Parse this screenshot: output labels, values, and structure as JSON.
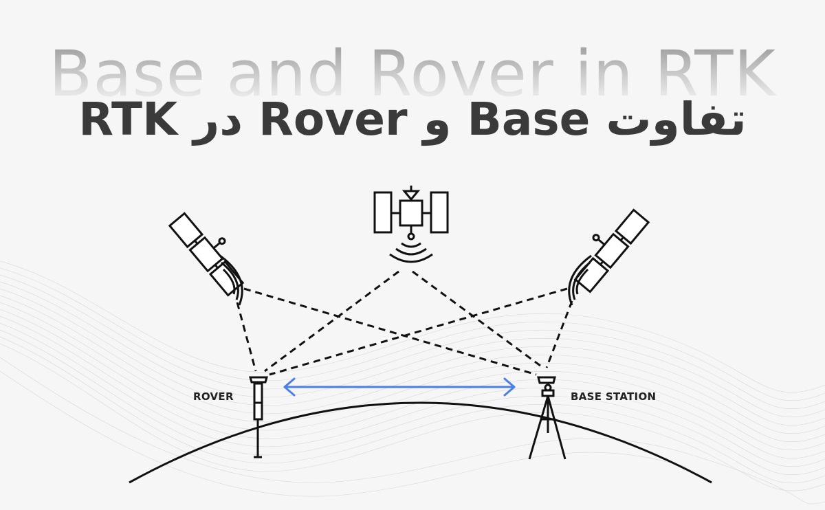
{
  "title_bg": "Base and Rover in RTK",
  "title_fa": "تفاوت Base و Rover در RTK",
  "labels": {
    "rover": "ROVER",
    "base": "BASE STATION"
  },
  "colors": {
    "background": "#f6f6f6",
    "ink": "#111111",
    "link_arrow": "#4a7fe8",
    "title": "#3a3a3a"
  },
  "icons": [
    "satellite-icon",
    "satellite-icon",
    "satellite-icon",
    "gnss-rover-pole-icon",
    "tripod-base-station-icon"
  ]
}
